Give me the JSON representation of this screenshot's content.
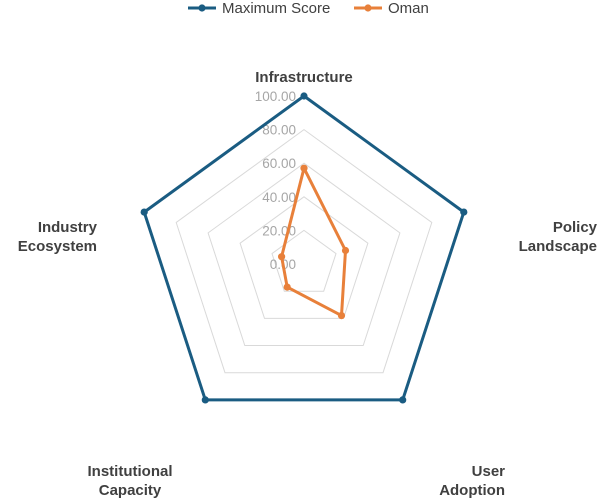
{
  "chart_data": {
    "type": "radar",
    "categories": [
      "Infrastructure",
      "Policy Landscape",
      "User Adoption",
      "Institutional Capacity",
      "Industry Ecosystem"
    ],
    "category_label_lines": [
      [
        "Infrastructure"
      ],
      [
        "Policy",
        "Landscape"
      ],
      [
        "User",
        "Adoption"
      ],
      [
        "Institutional",
        "Capacity"
      ],
      [
        "Industry",
        "Ecosystem"
      ]
    ],
    "series": [
      {
        "name": "Maximum Score",
        "color": "#1a5c82",
        "values": [
          100,
          100,
          100,
          100,
          100
        ]
      },
      {
        "name": "Oman",
        "color": "#e8803a",
        "values": [
          57,
          26,
          38,
          17,
          14
        ]
      }
    ],
    "rlim": [
      0,
      100
    ],
    "ticks": [
      "0.00",
      "20.00",
      "40.00",
      "60.00",
      "80.00",
      "100.00"
    ],
    "tick_values": [
      0,
      20,
      40,
      60,
      80,
      100
    ],
    "grid_color": "#d9d9d9",
    "legend_position": "top"
  }
}
